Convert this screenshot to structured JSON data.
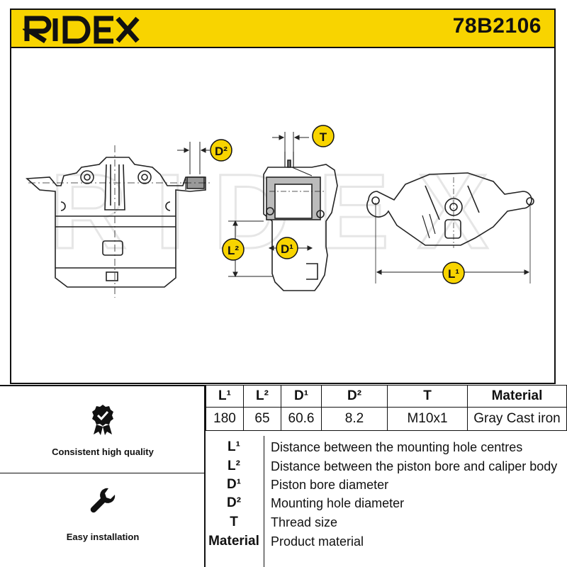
{
  "header": {
    "brand": "RIDEX",
    "part_number": "78B2106",
    "background": "#f8d400"
  },
  "drawing": {
    "watermark": "RIDEX",
    "markers": {
      "d2": "D²",
      "t": "T",
      "l2": "L²",
      "d1": "D¹",
      "l1": "L¹"
    }
  },
  "badges": [
    {
      "label": "Consistent high quality",
      "icon": "check-badge-icon"
    },
    {
      "label": "Easy installation",
      "icon": "wrench-icon"
    }
  ],
  "spec_table": {
    "headers": [
      "L¹",
      "L²",
      "D¹",
      "D²",
      "T",
      "Material"
    ],
    "values": [
      "180",
      "65",
      "60.6",
      "8.2",
      "M10x1",
      "Gray Cast iron"
    ]
  },
  "legend": [
    {
      "key": "L¹",
      "desc": "Distance between the mounting hole centres"
    },
    {
      "key": "L²",
      "desc": "Distance between the piston bore and caliper body"
    },
    {
      "key": "D¹",
      "desc": "Piston bore diameter"
    },
    {
      "key": "D²",
      "desc": "Mounting hole diameter"
    },
    {
      "key": "T",
      "desc": "Thread size"
    },
    {
      "key": "Material",
      "desc": "Product material"
    }
  ]
}
